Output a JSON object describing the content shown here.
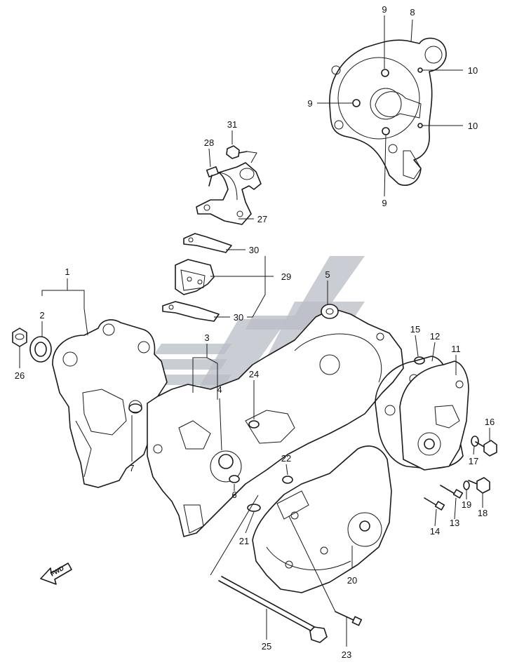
{
  "diagram": {
    "direction_label": "FWD",
    "callouts": {
      "c1": "1",
      "c2": "2",
      "c3": "3",
      "c4": "4",
      "c5": "5",
      "c6": "6",
      "c7": "7",
      "c8": "8",
      "c9a": "9",
      "c9b": "9",
      "c9c": "9",
      "c10a": "10",
      "c10b": "10",
      "c11": "11",
      "c12": "12",
      "c13": "13",
      "c14": "14",
      "c15": "15",
      "c16": "16",
      "c17": "17",
      "c18": "18",
      "c19": "19",
      "c20": "20",
      "c21": "21",
      "c22": "22",
      "c23": "23",
      "c24": "24",
      "c25": "25",
      "c26": "26",
      "c27": "27",
      "c28": "28",
      "c29": "29",
      "c30a": "30",
      "c30b": "30",
      "c31": "31"
    }
  },
  "colors": {
    "line": "#1a1a1a",
    "watermark": "#b9bcc6",
    "background": "#ffffff"
  }
}
